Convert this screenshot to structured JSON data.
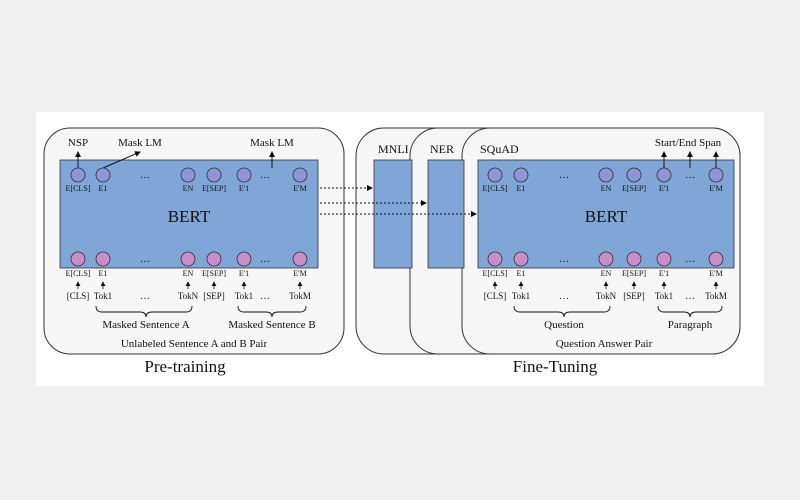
{
  "pretraining": {
    "caption": "Pre-training",
    "model_label": "BERT",
    "outputs": {
      "nsp": "NSP",
      "mask_lm_1": "Mask LM",
      "mask_lm_2": "Mask LM"
    },
    "embeddings_top": [
      "E[CLS]",
      "E1",
      "…",
      "EN",
      "E[SEP]",
      "E'1",
      "…",
      "E'M"
    ],
    "embeddings_bottom": [
      "E[CLS]",
      "E1",
      "…",
      "EN",
      "E[SEP]",
      "E'1",
      "…",
      "E'M"
    ],
    "tokens": [
      "[CLS]",
      "Tok1",
      "…",
      "TokN",
      "[SEP]",
      "Tok1",
      "…",
      "TokM"
    ],
    "segment_a": "Masked Sentence A",
    "segment_b": "Masked Sentence B",
    "pair_label": "Unlabeled Sentence A and B Pair"
  },
  "finetuning": {
    "caption": "Fine-Tuning",
    "tasks": [
      "MNLI",
      "NER",
      "SQuAD"
    ],
    "model_label": "BERT",
    "output_label": "Start/End Span",
    "embeddings_top": [
      "E[CLS]",
      "E1",
      "…",
      "EN",
      "E[SEP]",
      "E'1",
      "…",
      "E'M"
    ],
    "embeddings_bottom": [
      "E[CLS]",
      "E1",
      "…",
      "EN",
      "E[SEP]",
      "E'1",
      "…",
      "E'M"
    ],
    "tokens": [
      "[CLS]",
      "Tok1",
      "…",
      "TokN",
      "[SEP]",
      "Tok1",
      "…",
      "TokM"
    ],
    "segment_a": "Question",
    "segment_b": "Paragraph",
    "pair_label": "Question Answer Pair"
  },
  "colors": {
    "panel_bg": "#ffffff",
    "card_bg": "#f6f6f6",
    "bert_box": "#7fa6d6",
    "top_circle": "#8f96d8",
    "bottom_circle": "#c98ec9",
    "stroke": "#333333"
  }
}
